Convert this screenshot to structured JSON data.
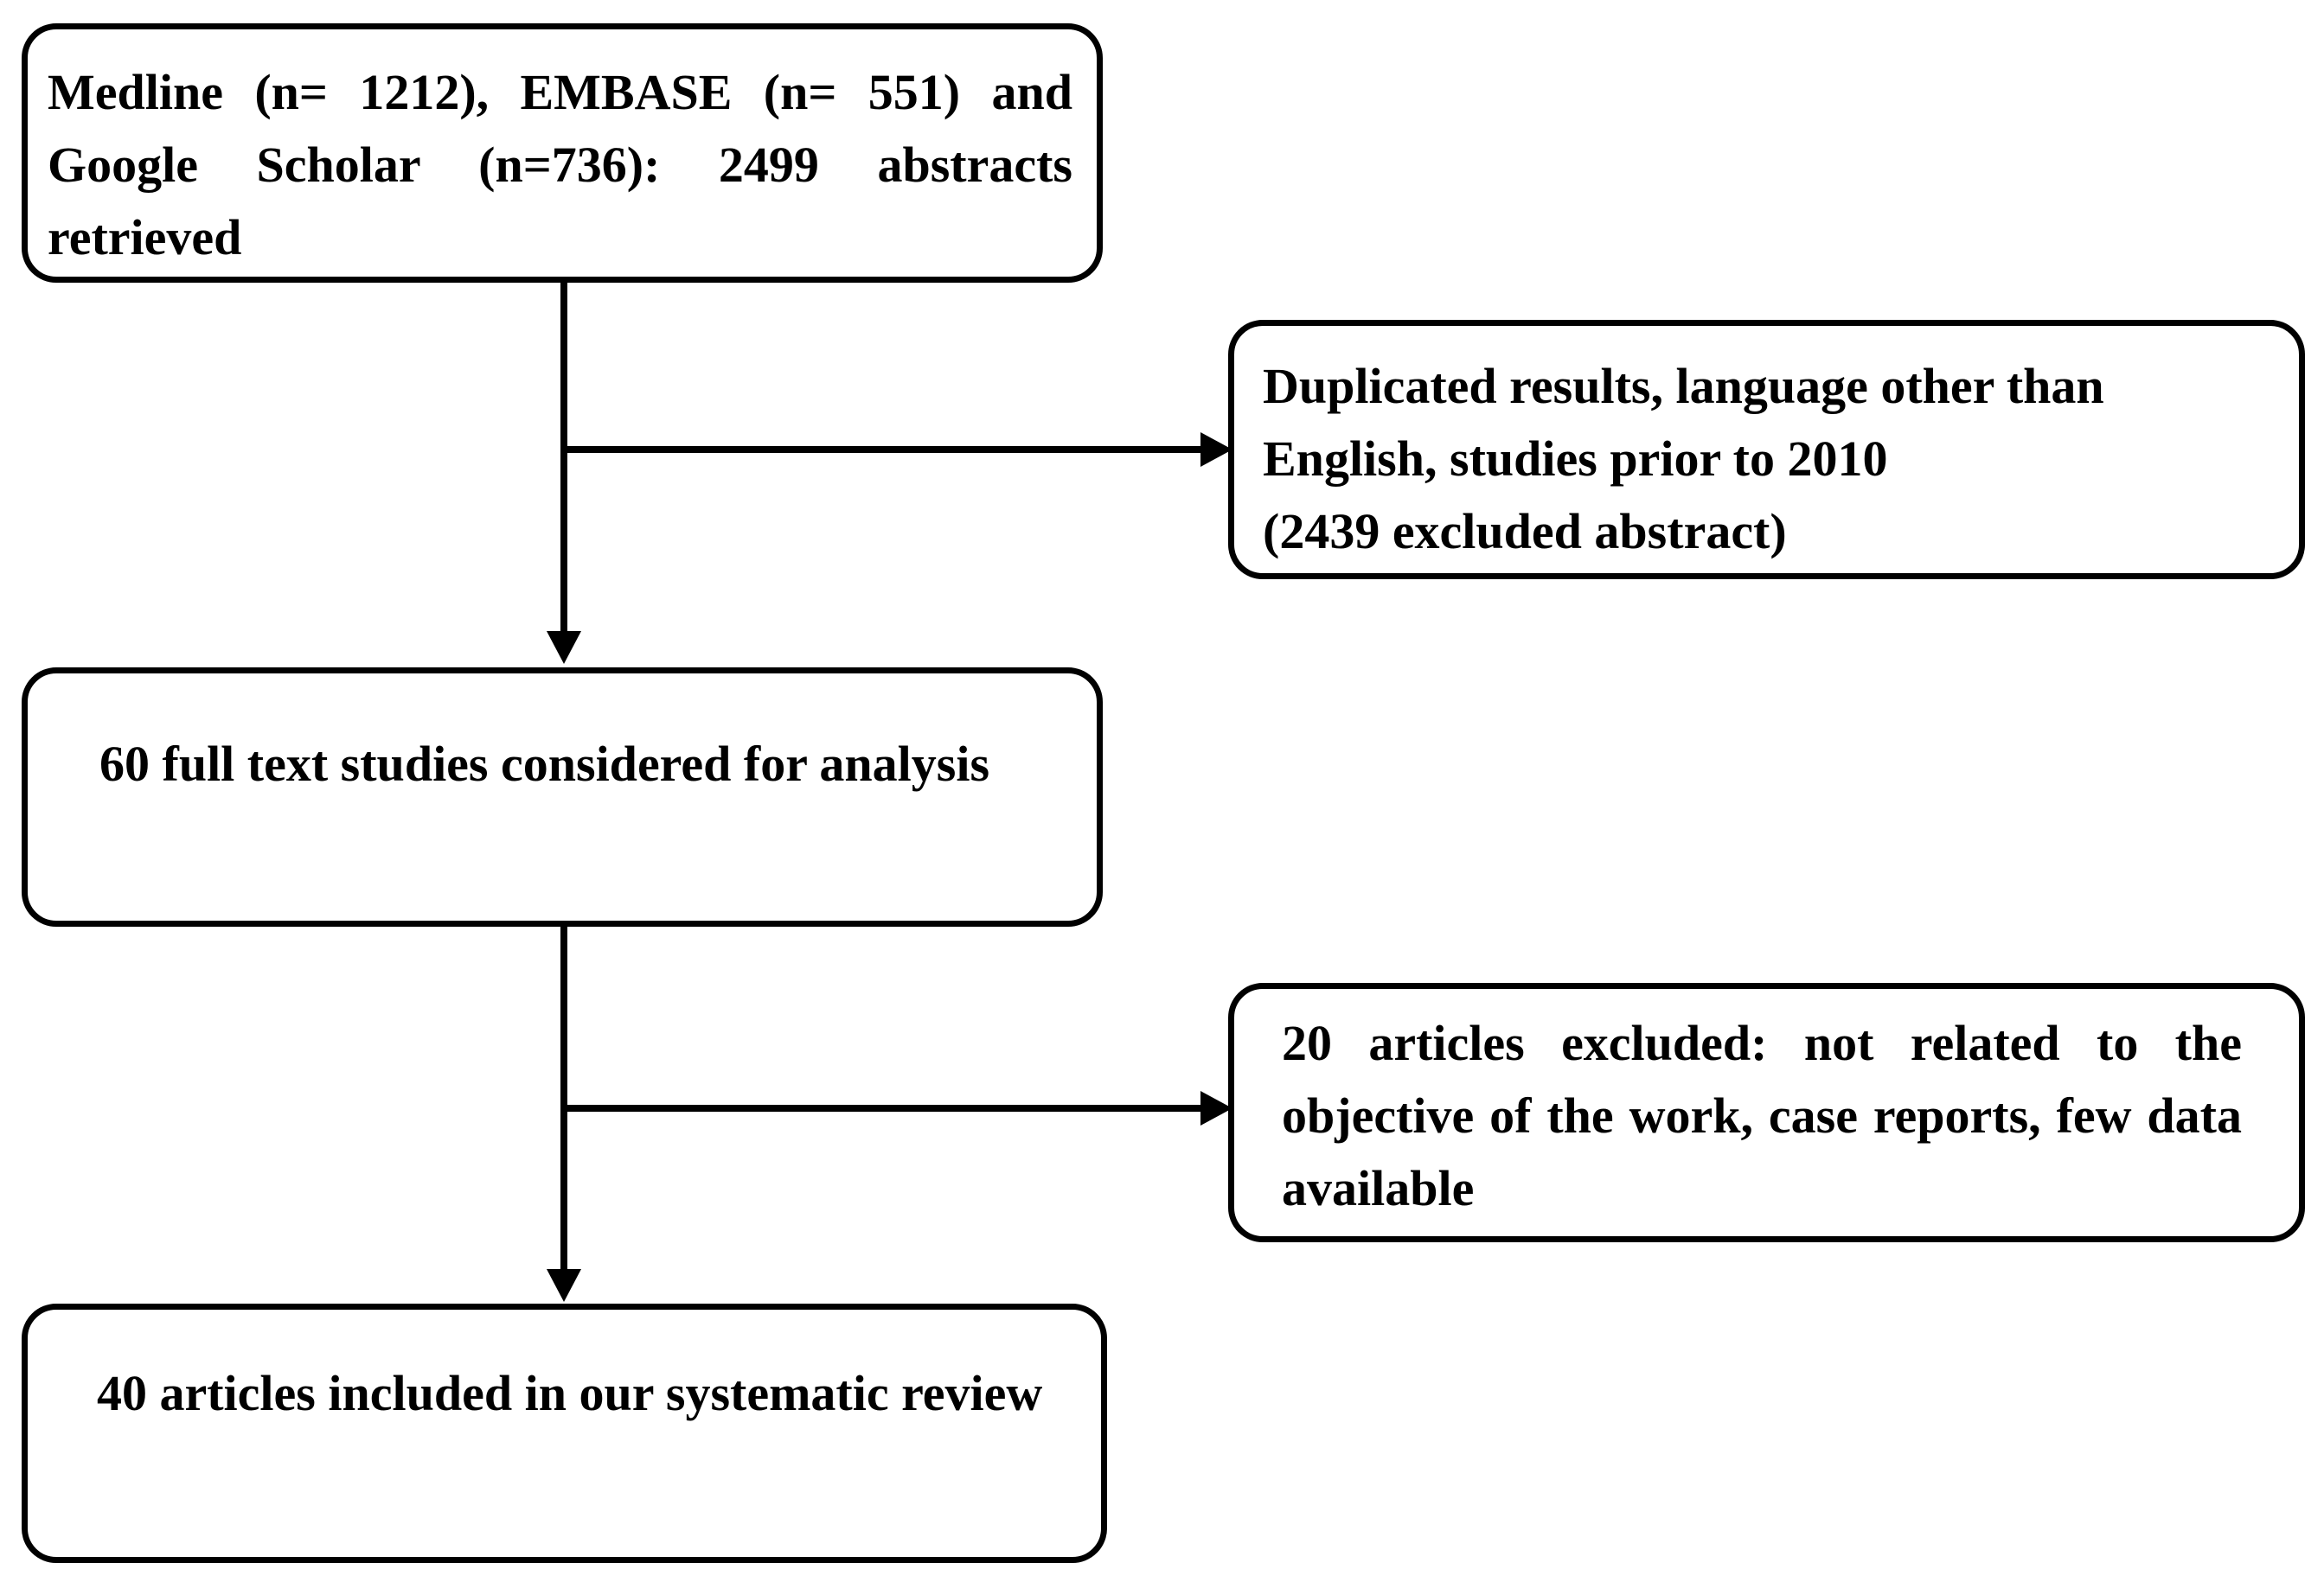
{
  "boxes": {
    "records_retrieved": "Medline (n= 1212), EMBASE (n= 551) and Google Scholar (n=736): 2499 abstracts retrieved",
    "excluded_abstracts": {
      "line1": "Duplicated results, language other than",
      "line2": "English, studies prior to 2010",
      "line3": "(2439 excluded abstract)"
    },
    "full_text_studies": "60 full text studies considered for analysis",
    "excluded_articles": "20 articles excluded: not related to the objective of the work, case reports, few data available",
    "included_articles": "40 articles included in our systematic review"
  },
  "colors": {
    "stroke": "#000000",
    "background": "#ffffff"
  }
}
